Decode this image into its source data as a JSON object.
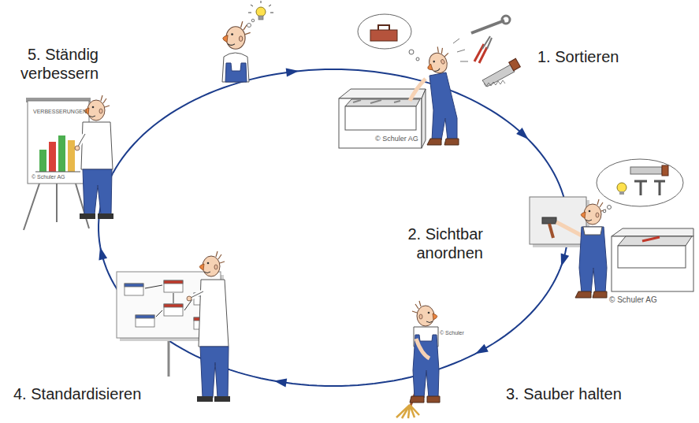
{
  "diagram": {
    "nodes": [
      {
        "text": [
          "1. Sortieren"
        ]
      },
      {
        "text": [
          "2. Sichtbar anordnen"
        ]
      },
      {
        "text": [
          "3. Sauber halten"
        ]
      },
      {
        "text": [
          "4. Standardisieren"
        ]
      },
      {
        "text": [
          "5. Ständig verbessern"
        ]
      }
    ],
    "edges": [
      {
        "from": 0,
        "to": 1,
        "arrow": "to"
      },
      {
        "from": 1,
        "to": 2,
        "arrow": "to"
      },
      {
        "from": 2,
        "to": 3,
        "arrow": "to"
      },
      {
        "from": 3,
        "to": 4,
        "arrow": "to"
      },
      {
        "from": 4,
        "to": 0,
        "arrow": "to"
      }
    ],
    "labels": [
      "© Schuler AG",
      "© Schuler AG",
      "© Schuler",
      "VERBESSERUNGEN",
      "© Schuler AG"
    ]
  }
}
